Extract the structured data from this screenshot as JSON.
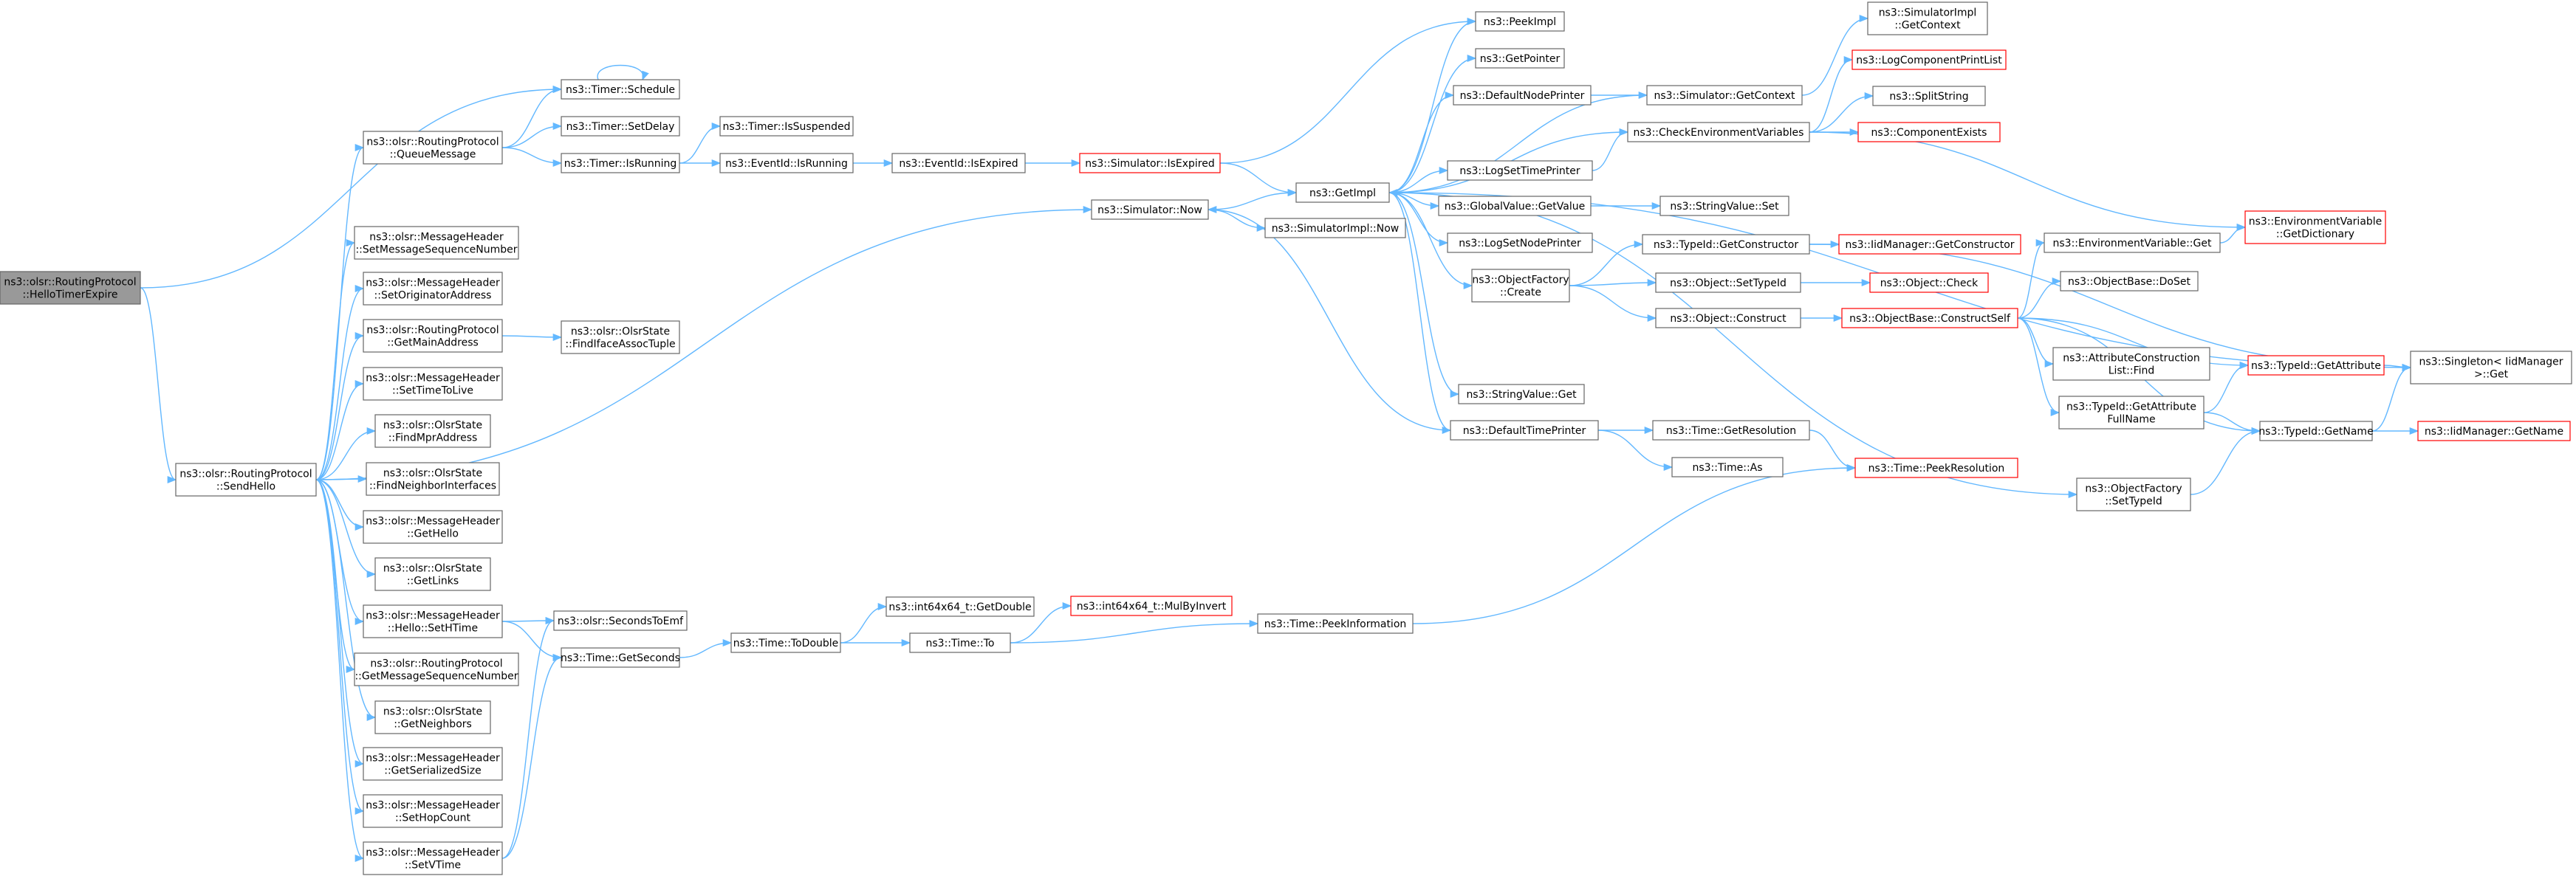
{
  "colors": {
    "edge": "#63b8ff",
    "node_border": "#666666",
    "node_fill": "#ffffff",
    "root_fill": "#999999",
    "root_border": "#666666",
    "truncated_border": "#ff0000",
    "text": "#000000"
  },
  "nodes": [
    {
      "id": "hello_timer_expire",
      "lines": [
        "ns3::olsr::RoutingProtocol",
        "::HelloTimerExpire"
      ],
      "kind": "root"
    },
    {
      "id": "send_hello",
      "lines": [
        "ns3::olsr::RoutingProtocol",
        "::SendHello"
      ],
      "kind": "normal"
    },
    {
      "id": "timer_schedule",
      "lines": [
        "ns3::Timer::Schedule"
      ],
      "kind": "normal"
    },
    {
      "id": "queue_message",
      "lines": [
        "ns3::olsr::RoutingProtocol",
        "::QueueMessage"
      ],
      "kind": "normal"
    },
    {
      "id": "timer_setdelay",
      "lines": [
        "ns3::Timer::SetDelay"
      ],
      "kind": "normal"
    },
    {
      "id": "timer_isrunning",
      "lines": [
        "ns3::Timer::IsRunning"
      ],
      "kind": "normal"
    },
    {
      "id": "timer_issuspended",
      "lines": [
        "ns3::Timer::IsSuspended"
      ],
      "kind": "normal"
    },
    {
      "id": "eventid_isrunning",
      "lines": [
        "ns3::EventId::IsRunning"
      ],
      "kind": "normal"
    },
    {
      "id": "eventid_isexpired",
      "lines": [
        "ns3::EventId::IsExpired"
      ],
      "kind": "normal"
    },
    {
      "id": "simulator_isexpired",
      "lines": [
        "ns3::Simulator::IsExpired"
      ],
      "kind": "truncated"
    },
    {
      "id": "simulator_now",
      "lines": [
        "ns3::Simulator::Now"
      ],
      "kind": "normal"
    },
    {
      "id": "simulatorimpl_now",
      "lines": [
        "ns3::SimulatorImpl::Now"
      ],
      "kind": "normal"
    },
    {
      "id": "set_msg_seq_num",
      "lines": [
        "ns3::olsr::MessageHeader",
        "::SetMessageSequenceNumber"
      ],
      "kind": "normal"
    },
    {
      "id": "set_originator",
      "lines": [
        "ns3::olsr::MessageHeader",
        "::SetOriginatorAddress"
      ],
      "kind": "normal"
    },
    {
      "id": "get_main_address",
      "lines": [
        "ns3::olsr::RoutingProtocol",
        "::GetMainAddress"
      ],
      "kind": "normal"
    },
    {
      "id": "find_iface_assoc",
      "lines": [
        "ns3::olsr::OlsrState",
        "::FindIfaceAssocTuple"
      ],
      "kind": "normal"
    },
    {
      "id": "set_ttl",
      "lines": [
        "ns3::olsr::MessageHeader",
        "::SetTimeToLive"
      ],
      "kind": "normal"
    },
    {
      "id": "find_mpr",
      "lines": [
        "ns3::olsr::OlsrState",
        "::FindMprAddress"
      ],
      "kind": "normal"
    },
    {
      "id": "find_neighbor_ifaces",
      "lines": [
        "ns3::olsr::OlsrState",
        "::FindNeighborInterfaces"
      ],
      "kind": "normal"
    },
    {
      "id": "get_hello",
      "lines": [
        "ns3::olsr::MessageHeader",
        "::GetHello"
      ],
      "kind": "normal"
    },
    {
      "id": "get_links",
      "lines": [
        "ns3::olsr::OlsrState",
        "::GetLinks"
      ],
      "kind": "normal"
    },
    {
      "id": "set_htime",
      "lines": [
        "ns3::olsr::MessageHeader",
        "::Hello::SetHTime"
      ],
      "kind": "normal"
    },
    {
      "id": "get_msg_seq_num",
      "lines": [
        "ns3::olsr::RoutingProtocol",
        "::GetMessageSequenceNumber"
      ],
      "kind": "normal"
    },
    {
      "id": "get_neighbors",
      "lines": [
        "ns3::olsr::OlsrState",
        "::GetNeighbors"
      ],
      "kind": "normal"
    },
    {
      "id": "get_serialized_size",
      "lines": [
        "ns3::olsr::MessageHeader",
        "::GetSerializedSize"
      ],
      "kind": "normal"
    },
    {
      "id": "set_hop_count",
      "lines": [
        "ns3::olsr::MessageHeader",
        "::SetHopCount"
      ],
      "kind": "normal"
    },
    {
      "id": "set_vtime",
      "lines": [
        "ns3::olsr::MessageHeader",
        "::SetVTime"
      ],
      "kind": "normal"
    },
    {
      "id": "seconds_to_emf",
      "lines": [
        "ns3::olsr::SecondsToEmf"
      ],
      "kind": "normal"
    },
    {
      "id": "time_getseconds",
      "lines": [
        "ns3::Time::GetSeconds"
      ],
      "kind": "normal"
    },
    {
      "id": "time_todouble",
      "lines": [
        "ns3::Time::ToDouble"
      ],
      "kind": "normal"
    },
    {
      "id": "int64_getdouble",
      "lines": [
        "ns3::int64x64_t::GetDouble"
      ],
      "kind": "normal"
    },
    {
      "id": "time_to",
      "lines": [
        "ns3::Time::To"
      ],
      "kind": "normal"
    },
    {
      "id": "int64_mulbyinvert",
      "lines": [
        "ns3::int64x64_t::MulByInvert"
      ],
      "kind": "truncated"
    },
    {
      "id": "time_peekinformation",
      "lines": [
        "ns3::Time::PeekInformation"
      ],
      "kind": "normal"
    },
    {
      "id": "getimpl",
      "lines": [
        "ns3::GetImpl"
      ],
      "kind": "normal"
    },
    {
      "id": "peekimpl",
      "lines": [
        "ns3::PeekImpl"
      ],
      "kind": "normal"
    },
    {
      "id": "getpointer",
      "lines": [
        "ns3::GetPointer"
      ],
      "kind": "normal"
    },
    {
      "id": "default_node_printer",
      "lines": [
        "ns3::DefaultNodePrinter"
      ],
      "kind": "normal"
    },
    {
      "id": "check_env_vars",
      "lines": [
        "ns3::CheckEnvironmentVariables"
      ],
      "kind": "normal"
    },
    {
      "id": "logset_time_printer",
      "lines": [
        "ns3::LogSetTimePrinter"
      ],
      "kind": "normal"
    },
    {
      "id": "globalvalue_getvalue",
      "lines": [
        "ns3::GlobalValue::GetValue"
      ],
      "kind": "normal"
    },
    {
      "id": "logset_node_printer",
      "lines": [
        "ns3::LogSetNodePrinter"
      ],
      "kind": "normal"
    },
    {
      "id": "objectfactory_create",
      "lines": [
        "ns3::ObjectFactory",
        "::Create"
      ],
      "kind": "normal"
    },
    {
      "id": "stringvalue_get",
      "lines": [
        "ns3::StringValue::Get"
      ],
      "kind": "normal"
    },
    {
      "id": "default_time_printer",
      "lines": [
        "ns3::DefaultTimePrinter"
      ],
      "kind": "normal"
    },
    {
      "id": "simulator_getcontext",
      "lines": [
        "ns3::Simulator::GetContext"
      ],
      "kind": "normal"
    },
    {
      "id": "simimpl_getcontext",
      "lines": [
        "ns3::SimulatorImpl",
        "::GetContext"
      ],
      "kind": "normal"
    },
    {
      "id": "log_component_printlist",
      "lines": [
        "ns3::LogComponentPrintList"
      ],
      "kind": "truncated"
    },
    {
      "id": "split_string",
      "lines": [
        "ns3::SplitString"
      ],
      "kind": "normal"
    },
    {
      "id": "component_exists",
      "lines": [
        "ns3::ComponentExists"
      ],
      "kind": "truncated"
    },
    {
      "id": "stringvalue_set",
      "lines": [
        "ns3::StringValue::Set"
      ],
      "kind": "normal"
    },
    {
      "id": "typeid_getconstructor",
      "lines": [
        "ns3::TypeId::GetConstructor"
      ],
      "kind": "normal"
    },
    {
      "id": "iidmanager_getconstructor",
      "lines": [
        "ns3::IidManager::GetConstructor"
      ],
      "kind": "truncated"
    },
    {
      "id": "object_settypeid",
      "lines": [
        "ns3::Object::SetTypeId"
      ],
      "kind": "normal"
    },
    {
      "id": "object_check",
      "lines": [
        "ns3::Object::Check"
      ],
      "kind": "truncated"
    },
    {
      "id": "object_construct",
      "lines": [
        "ns3::Object::Construct"
      ],
      "kind": "normal"
    },
    {
      "id": "objectbase_constructself",
      "lines": [
        "ns3::ObjectBase::ConstructSelf"
      ],
      "kind": "truncated"
    },
    {
      "id": "envvar_get",
      "lines": [
        "ns3::EnvironmentVariable::Get"
      ],
      "kind": "normal"
    },
    {
      "id": "envvar_getdictionary",
      "lines": [
        "ns3::EnvironmentVariable",
        "::GetDictionary"
      ],
      "kind": "truncated"
    },
    {
      "id": "objectbase_doset",
      "lines": [
        "ns3::ObjectBase::DoSet"
      ],
      "kind": "normal"
    },
    {
      "id": "attr_construction_find",
      "lines": [
        "ns3::AttributeConstruction",
        "List::Find"
      ],
      "kind": "normal"
    },
    {
      "id": "typeid_getattribute",
      "lines": [
        "ns3::TypeId::GetAttribute"
      ],
      "kind": "truncated"
    },
    {
      "id": "typeid_getattr_fullname",
      "lines": [
        "ns3::TypeId::GetAttribute",
        "FullName"
      ],
      "kind": "normal"
    },
    {
      "id": "typeid_getname",
      "lines": [
        "ns3::TypeId::GetName"
      ],
      "kind": "normal"
    },
    {
      "id": "iidmanager_getname",
      "lines": [
        "ns3::IidManager::GetName"
      ],
      "kind": "truncated"
    },
    {
      "id": "singleton_get",
      "lines": [
        "ns3::Singleton< IidManager",
        " >::Get"
      ],
      "kind": "normal"
    },
    {
      "id": "time_getresolution",
      "lines": [
        "ns3::Time::GetResolution"
      ],
      "kind": "normal"
    },
    {
      "id": "time_as",
      "lines": [
        "ns3::Time::As"
      ],
      "kind": "normal"
    },
    {
      "id": "time_peekresolution",
      "lines": [
        "ns3::Time::PeekResolution"
      ],
      "kind": "truncated"
    },
    {
      "id": "objectfactory_settypeid",
      "lines": [
        "ns3::ObjectFactory",
        "::SetTypeId"
      ],
      "kind": "normal"
    }
  ],
  "edges": [
    [
      "hello_timer_expire",
      "timer_schedule"
    ],
    [
      "hello_timer_expire",
      "send_hello"
    ],
    [
      "send_hello",
      "queue_message"
    ],
    [
      "send_hello",
      "simulator_now"
    ],
    [
      "send_hello",
      "set_msg_seq_num"
    ],
    [
      "send_hello",
      "set_originator"
    ],
    [
      "send_hello",
      "get_main_address"
    ],
    [
      "send_hello",
      "set_ttl"
    ],
    [
      "send_hello",
      "find_mpr"
    ],
    [
      "send_hello",
      "find_neighbor_ifaces"
    ],
    [
      "send_hello",
      "get_hello"
    ],
    [
      "send_hello",
      "get_links"
    ],
    [
      "send_hello",
      "set_htime"
    ],
    [
      "send_hello",
      "get_msg_seq_num"
    ],
    [
      "send_hello",
      "get_neighbors"
    ],
    [
      "send_hello",
      "get_serialized_size"
    ],
    [
      "send_hello",
      "set_hop_count"
    ],
    [
      "send_hello",
      "set_vtime"
    ],
    [
      "timer_schedule",
      "timer_schedule"
    ],
    [
      "queue_message",
      "timer_schedule"
    ],
    [
      "queue_message",
      "timer_setdelay"
    ],
    [
      "queue_message",
      "timer_isrunning"
    ],
    [
      "timer_isrunning",
      "timer_issuspended"
    ],
    [
      "timer_isrunning",
      "eventid_isrunning"
    ],
    [
      "eventid_isrunning",
      "eventid_isexpired"
    ],
    [
      "eventid_isexpired",
      "simulator_isexpired"
    ],
    [
      "simulator_isexpired",
      "peekimpl"
    ],
    [
      "simulator_isexpired",
      "getimpl"
    ],
    [
      "simulator_now",
      "getimpl"
    ],
    [
      "simulator_now",
      "simulatorimpl_now"
    ],
    [
      "get_main_address",
      "find_iface_assoc"
    ],
    [
      "set_htime",
      "seconds_to_emf"
    ],
    [
      "set_htime",
      "time_getseconds"
    ],
    [
      "set_vtime",
      "seconds_to_emf"
    ],
    [
      "set_vtime",
      "time_getseconds"
    ],
    [
      "time_getseconds",
      "time_todouble"
    ],
    [
      "time_todouble",
      "int64_getdouble"
    ],
    [
      "time_todouble",
      "time_to"
    ],
    [
      "time_to",
      "int64_mulbyinvert"
    ],
    [
      "time_to",
      "time_peekinformation"
    ],
    [
      "time_peekinformation",
      "time_peekresolution"
    ],
    [
      "getimpl",
      "peekimpl"
    ],
    [
      "getimpl",
      "getpointer"
    ],
    [
      "getimpl",
      "default_node_printer"
    ],
    [
      "getimpl",
      "check_env_vars"
    ],
    [
      "getimpl",
      "logset_time_printer"
    ],
    [
      "getimpl",
      "globalvalue_getvalue"
    ],
    [
      "getimpl",
      "logset_node_printer"
    ],
    [
      "getimpl",
      "objectfactory_create"
    ],
    [
      "getimpl",
      "stringvalue_get"
    ],
    [
      "getimpl",
      "default_time_printer"
    ],
    [
      "getimpl",
      "objectfactory_settypeid"
    ],
    [
      "getimpl",
      "singleton_get"
    ],
    [
      "default_node_printer",
      "simulator_getcontext"
    ],
    [
      "simulator_getcontext",
      "getimpl"
    ],
    [
      "simulator_getcontext",
      "simimpl_getcontext"
    ],
    [
      "check_env_vars",
      "log_component_printlist"
    ],
    [
      "check_env_vars",
      "split_string"
    ],
    [
      "check_env_vars",
      "component_exists"
    ],
    [
      "check_env_vars",
      "envvar_getdictionary"
    ],
    [
      "logset_time_printer",
      "check_env_vars"
    ],
    [
      "globalvalue_getvalue",
      "stringvalue_set"
    ],
    [
      "objectfactory_create",
      "typeid_getconstructor"
    ],
    [
      "objectfactory_create",
      "object_settypeid"
    ],
    [
      "objectfactory_create",
      "object_construct"
    ],
    [
      "typeid_getconstructor",
      "iidmanager_getconstructor"
    ],
    [
      "typeid_getconstructor",
      "singleton_get"
    ],
    [
      "object_settypeid",
      "object_check"
    ],
    [
      "object_construct",
      "objectbase_constructself"
    ],
    [
      "objectbase_constructself",
      "envvar_get"
    ],
    [
      "objectbase_constructself",
      "objectbase_doset"
    ],
    [
      "objectbase_constructself",
      "attr_construction_find"
    ],
    [
      "objectbase_constructself",
      "typeid_getattribute"
    ],
    [
      "objectbase_constructself",
      "typeid_getattr_fullname"
    ],
    [
      "objectbase_constructself",
      "typeid_getname"
    ],
    [
      "envvar_get",
      "envvar_getdictionary"
    ],
    [
      "typeid_getattr_fullname",
      "typeid_getattribute"
    ],
    [
      "typeid_getattr_fullname",
      "typeid_getname"
    ],
    [
      "typeid_getattribute",
      "singleton_get"
    ],
    [
      "typeid_getname",
      "singleton_get"
    ],
    [
      "typeid_getname",
      "iidmanager_getname"
    ],
    [
      "default_time_printer",
      "simulator_now"
    ],
    [
      "default_time_printer",
      "time_getresolution"
    ],
    [
      "default_time_printer",
      "time_as"
    ],
    [
      "time_getresolution",
      "time_peekresolution"
    ],
    [
      "objectfactory_settypeid",
      "typeid_getname"
    ]
  ]
}
